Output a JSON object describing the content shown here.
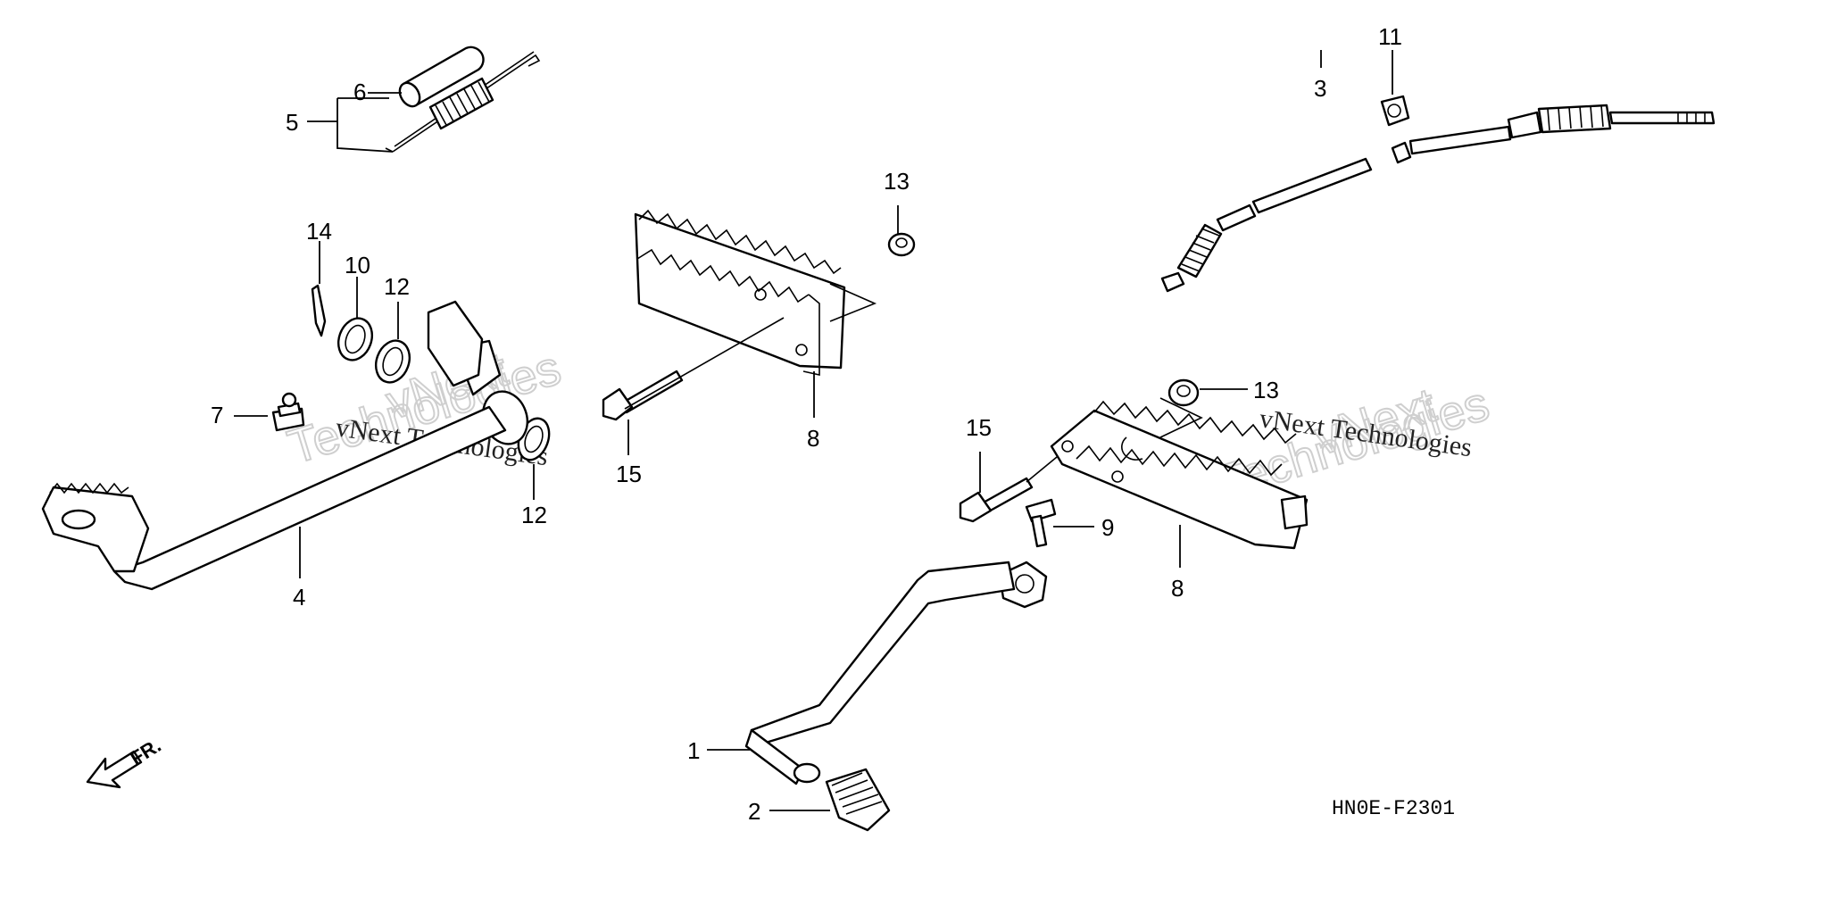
{
  "diagram_code": "HN0E-F2301",
  "direction_label": "FR.",
  "watermark": {
    "line": "vNext Technologies",
    "big_top": "vNext",
    "big_bottom": "Technologies"
  },
  "callouts": {
    "c1": "1",
    "c2": "2",
    "c3": "3",
    "c4": "4",
    "c5": "5",
    "c6": "6",
    "c7": "7",
    "c8a": "8",
    "c8b": "8",
    "c9": "9",
    "c10": "10",
    "c11": "11",
    "c12a": "12",
    "c12b": "12",
    "c13a": "13",
    "c13b": "13",
    "c14": "14",
    "c15a": "15",
    "c15b": "15"
  }
}
